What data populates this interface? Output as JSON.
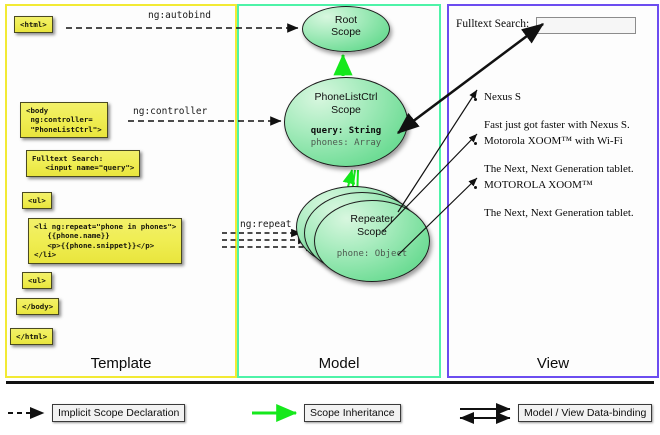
{
  "diagram": {
    "title": "AngularJS Template / Model / View scope diagram"
  },
  "columns": [
    {
      "id": "template",
      "title": "Template",
      "border_color": "#f2ea34"
    },
    {
      "id": "model",
      "title": "Model",
      "border_color": "#4ef3a8"
    },
    {
      "id": "view",
      "title": "View",
      "border_color": "#6c4df0"
    }
  ],
  "template": {
    "boxes": [
      {
        "id": "html-open",
        "code": "<html>"
      },
      {
        "id": "body-open",
        "code": "<body\n ng:controller=\n \"PhoneListCtrl\">"
      },
      {
        "id": "search",
        "code": "Fulltext Search:\n   <input name=\"query\">"
      },
      {
        "id": "ul-open",
        "code": "<ul>"
      },
      {
        "id": "li-repeat",
        "code": "<li ng:repeat=\"phone in phones\">\n   {{phone.name}}\n   <p>{{phone.snippet}}</p>\n</li>"
      },
      {
        "id": "ul-close",
        "code": "<ul>"
      },
      {
        "id": "body-close",
        "code": "</body>"
      },
      {
        "id": "html-close",
        "code": "</html>"
      }
    ]
  },
  "model": {
    "scopes": [
      {
        "id": "root-scope",
        "line1": "Root",
        "line2": "Scope",
        "props": []
      },
      {
        "id": "ctrl-scope",
        "line1": "PhoneListCtrl",
        "line2": "Scope",
        "props": [
          {
            "text": "query: String",
            "emphasis": "bold"
          },
          {
            "text": "phones: Array",
            "emphasis": "dim"
          }
        ]
      },
      {
        "id": "repeater-scope",
        "line1": "Repeater",
        "line2": "Scope",
        "props": [
          {
            "text": "phone: Object",
            "emphasis": "dim"
          }
        ]
      }
    ]
  },
  "view": {
    "search_label": "Fulltext Search:",
    "search_value": "",
    "search_placeholder": "",
    "items": [
      {
        "name": "Nexus S",
        "snippet": "Fast just got faster with Nexus S."
      },
      {
        "name": "Motorola XOOM™  with Wi-Fi",
        "snippet": "The Next, Next Generation tablet."
      },
      {
        "name": "MOTOROLA XOOM™",
        "snippet": "The Next, Next Generation tablet."
      }
    ]
  },
  "edges": {
    "autobind": "ng:autobind",
    "controller": "ng:controller",
    "repeat": "ng:repeat"
  },
  "legend": [
    {
      "id": "implicit-scope-declaration",
      "label": "Implicit Scope Declaration",
      "style": "dashed-arrow",
      "color": "#111111"
    },
    {
      "id": "scope-inheritance",
      "label": "Scope Inheritance",
      "style": "solid-arrow",
      "color": "#15e81c"
    },
    {
      "id": "model-view-data-binding",
      "label": "Model / View Data-binding",
      "style": "double-arrow",
      "color": "#111111"
    }
  ]
}
